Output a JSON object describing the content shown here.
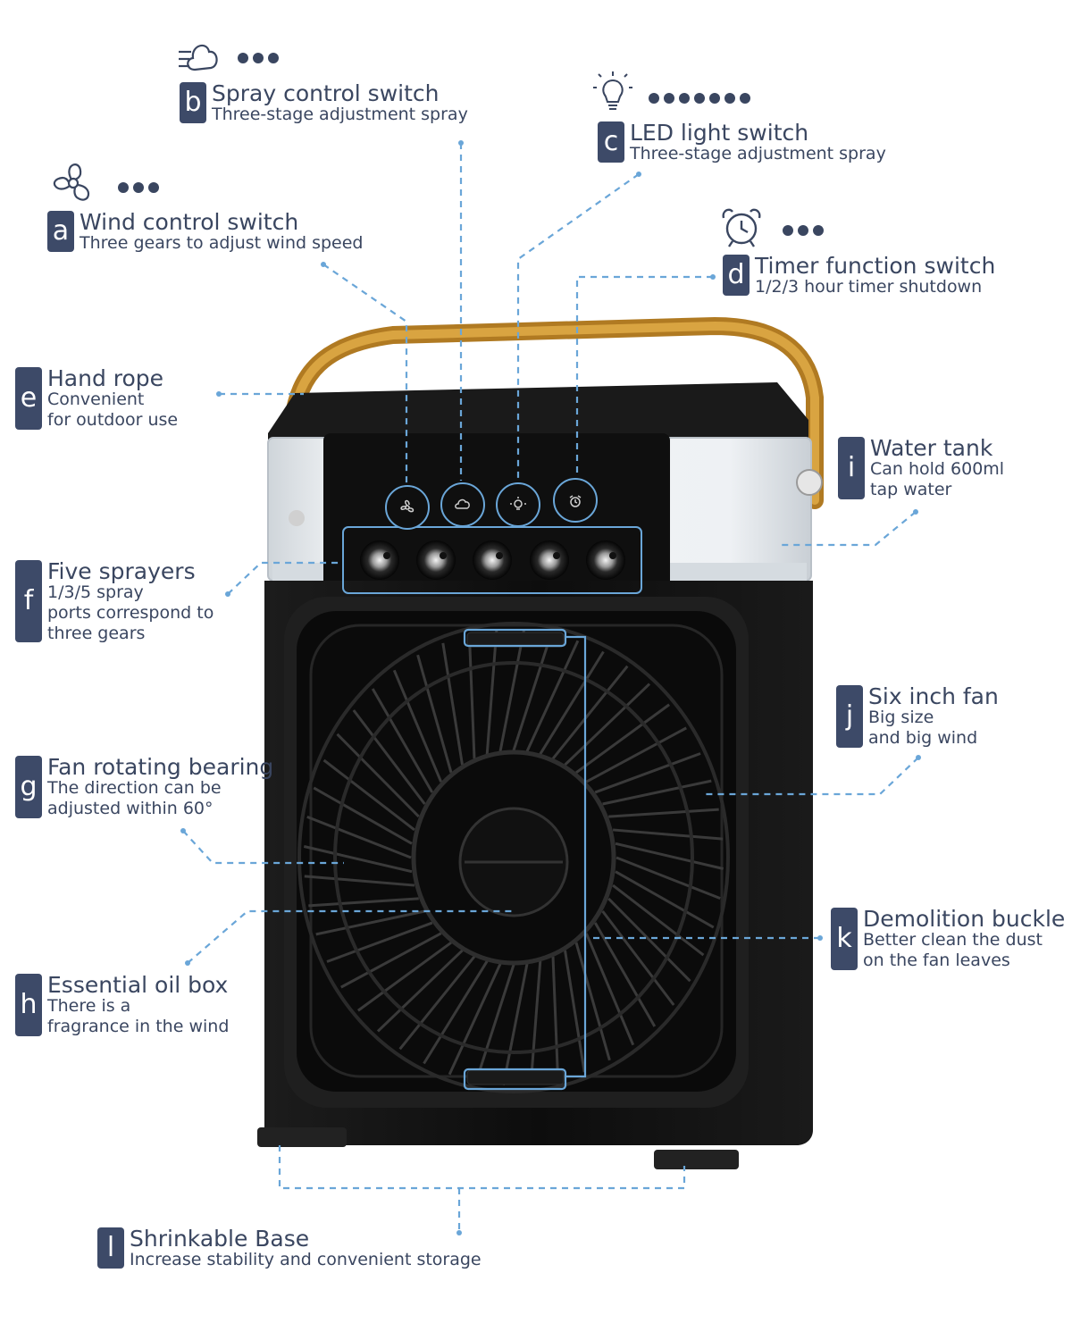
{
  "colors": {
    "badge": "#3d4a68",
    "text": "#3a4660",
    "leader": "#6aa6d8",
    "device_body": "#141414",
    "handle": "#c8912e",
    "tank": "#e9edf1"
  },
  "labels": [
    {
      "id": "a",
      "letter": "a",
      "title": "Wind control switch",
      "lines": [
        "Three gears to adjust wind speed"
      ],
      "icon": "fan-icon",
      "dots": 3
    },
    {
      "id": "b",
      "letter": "b",
      "title": "Spray control switch",
      "lines": [
        "Three-stage adjustment spray"
      ],
      "icon": "spray-icon",
      "dots": 3
    },
    {
      "id": "c",
      "letter": "c",
      "title": "LED light switch",
      "lines": [
        "Three-stage adjustment spray"
      ],
      "icon": "light-bulb-icon",
      "dots": 7
    },
    {
      "id": "d",
      "letter": "d",
      "title": "Timer function switch",
      "lines": [
        "1/2/3 hour timer shutdown"
      ],
      "icon": "alarm-clock-icon",
      "dots": 3
    },
    {
      "id": "e",
      "letter": "e",
      "title": "Hand rope",
      "lines": [
        "Convenient",
        "for outdoor use"
      ]
    },
    {
      "id": "f",
      "letter": "f",
      "title": "Five sprayers",
      "lines": [
        "1/3/5 spray",
        "ports correspond to",
        "three gears"
      ]
    },
    {
      "id": "g",
      "letter": "g",
      "title": "Fan rotating bearing",
      "lines": [
        "The direction can be",
        "adjusted within 60°"
      ]
    },
    {
      "id": "h",
      "letter": "h",
      "title": "Essential oil box",
      "lines": [
        "There is a",
        "fragrance in the wind"
      ]
    },
    {
      "id": "i",
      "letter": "i",
      "title": "Water tank",
      "lines": [
        "Can hold 600ml",
        "tap water"
      ]
    },
    {
      "id": "j",
      "letter": "j",
      "title": "Six inch fan",
      "lines": [
        "Big size",
        "and big wind"
      ]
    },
    {
      "id": "k",
      "letter": "k",
      "title": "Demolition buckle",
      "lines": [
        "Better clean the dust",
        "on the fan leaves"
      ]
    },
    {
      "id": "l",
      "letter": "l",
      "title": "Shrinkable Base",
      "lines": [
        "Increase stability and convenient storage"
      ]
    }
  ]
}
